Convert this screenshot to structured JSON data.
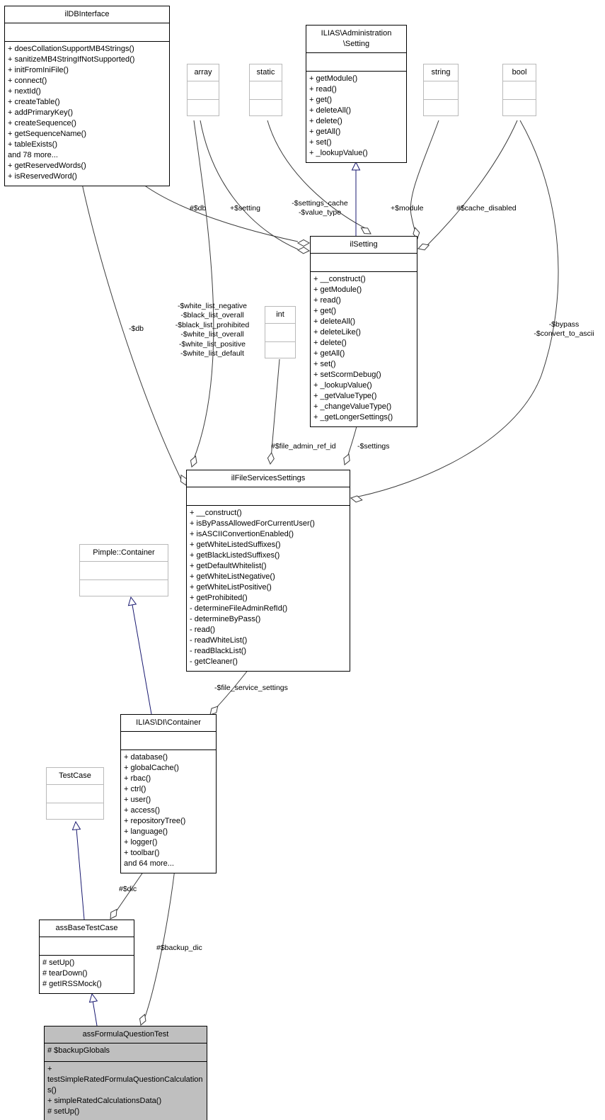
{
  "colors": {
    "inheritance_edge": "#191970",
    "aggregation_edge": "#3c3c3c",
    "highlight_fill": "#bfbfbf",
    "external_border": "#b9b9b9",
    "class_border": "#000000",
    "background": "#ffffff"
  },
  "classes": {
    "ildb": {
      "title": "ilDBInterface",
      "methods": [
        "+ doesCollationSupportMB4Strings()",
        "+ sanitizeMB4StringIfNotSupported()",
        "+ initFromIniFile()",
        "+ connect()",
        "+ nextId()",
        "+ createTable()",
        "+ addPrimaryKey()",
        "+ createSequence()",
        "+ getSequenceName()",
        "+ tableExists()",
        "and 78 more...",
        "+ getReservedWords()",
        "+ isReservedWord()"
      ]
    },
    "adminsetting": {
      "title": [
        "ILIAS\\Administration",
        "\\Setting"
      ],
      "methods": [
        "+ getModule()",
        "+ read()",
        "+ get()",
        "+ deleteAll()",
        "+ delete()",
        "+ getAll()",
        "+ set()",
        "+ _lookupValue()"
      ]
    },
    "array": {
      "title": "array"
    },
    "static": {
      "title": "static"
    },
    "string": {
      "title": "string"
    },
    "bool": {
      "title": "bool"
    },
    "int": {
      "title": "int"
    },
    "ilsetting": {
      "title": "ilSetting",
      "methods": [
        "+ __construct()",
        "+ getModule()",
        "+ read()",
        "+ get()",
        "+ deleteAll()",
        "+ deleteLike()",
        "+ delete()",
        "+ getAll()",
        "+ set()",
        "+ setScormDebug()",
        "+ _lookupValue()",
        "+ _getValueType()",
        "+ _changeValueType()",
        "+ _getLongerSettings()"
      ]
    },
    "filesettings": {
      "title": "ilFileServicesSettings",
      "methods": [
        "+ __construct()",
        "+ isByPassAllowedForCurrentUser()",
        "+ isASCIIConvertionEnabled()",
        "+ getWhiteListedSuffixes()",
        "+ getBlackListedSuffixes()",
        "+ getDefaultWhitelist()",
        "+ getWhiteListNegative()",
        "+ getWhiteListPositive()",
        "+ getProhibited()",
        "- determineFileAdminRefId()",
        "- determineByPass()",
        "- read()",
        "- readWhiteList()",
        "- readBlackList()",
        "- getCleaner()"
      ]
    },
    "pimple": {
      "title": "Pimple::Container"
    },
    "dic": {
      "title": "ILIAS\\DI\\Container",
      "methods": [
        "+ database()",
        "+ globalCache()",
        "+ rbac()",
        "+ ctrl()",
        "+ user()",
        "+ access()",
        "+ repositoryTree()",
        "+ language()",
        "+ logger()",
        "+ toolbar()",
        "and 64 more..."
      ]
    },
    "testcase": {
      "title": "TestCase"
    },
    "assbase": {
      "title": "assBaseTestCase",
      "methods": [
        "# setUp()",
        "# tearDown()",
        "# getIRSSMock()"
      ]
    },
    "assformula": {
      "title": "assFormulaQuestionTest",
      "attributes": [
        "# $backupGlobals"
      ],
      "methods": [
        "+ testSimpleRatedFormulaQuestionCalculations()",
        "+ simpleRatedCalculationsData()",
        "# setUp()"
      ]
    }
  },
  "edge_labels": {
    "db_setting": "#$db",
    "setting_member": "+$setting",
    "settings_cache": [
      "-$settings_cache",
      "-$value_type"
    ],
    "module": "+$module",
    "cache_disabled": "#$cache_disabled",
    "db_filesettings": "-$db",
    "white_lists": [
      "-$white_list_negative",
      "-$black_list_overall",
      "-$black_list_prohibited",
      "-$white_list_overall",
      "-$white_list_positive",
      "-$white_list_default"
    ],
    "file_admin_ref_id": "#$file_admin_ref_id",
    "settings": "-$settings",
    "bypass": [
      "-$bypass",
      "-$convert_to_ascii"
    ],
    "file_service_settings": "-$file_service_settings",
    "dic": "#$dic",
    "backup_dic": "#$backup_dic"
  }
}
